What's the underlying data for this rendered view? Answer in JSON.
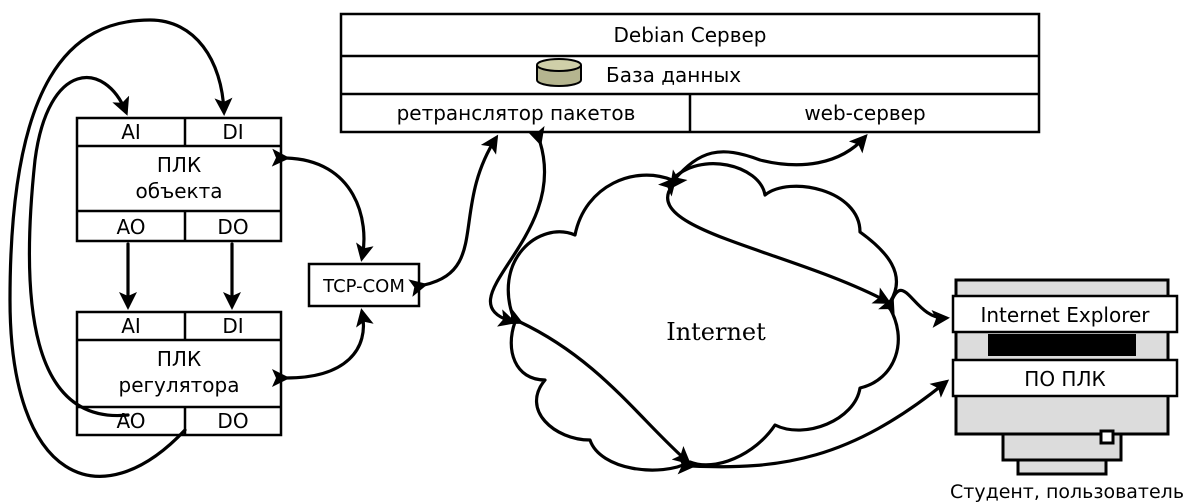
{
  "server": {
    "title": "Debian Сервер",
    "database": "База данных",
    "relay": "ретранслятор пакетов",
    "web": "web-сервер"
  },
  "plc_object": {
    "ai": "AI",
    "di": "DI",
    "name_line1": "ПЛК",
    "name_line2": "объекта",
    "ao": "AO",
    "do": "DO"
  },
  "plc_regulator": {
    "ai": "AI",
    "di": "DI",
    "name_line1": "ПЛК",
    "name_line2": "регулятора",
    "ao": "AO",
    "do": "DO"
  },
  "tcp_com": "TCP-COM",
  "cloud_label": "Internet",
  "client": {
    "browser": "Internet Explorer",
    "software": "ПО ПЛК",
    "caption": "Студент, пользователь"
  },
  "icons": {
    "database": "database-cylinder-icon",
    "computer": "computer-monitor-icon",
    "cloud": "cloud-icon"
  },
  "colors": {
    "line": "#000000",
    "background": "#ffffff",
    "monitor_body": "#dcdcdc",
    "database": "#b5b58f"
  }
}
